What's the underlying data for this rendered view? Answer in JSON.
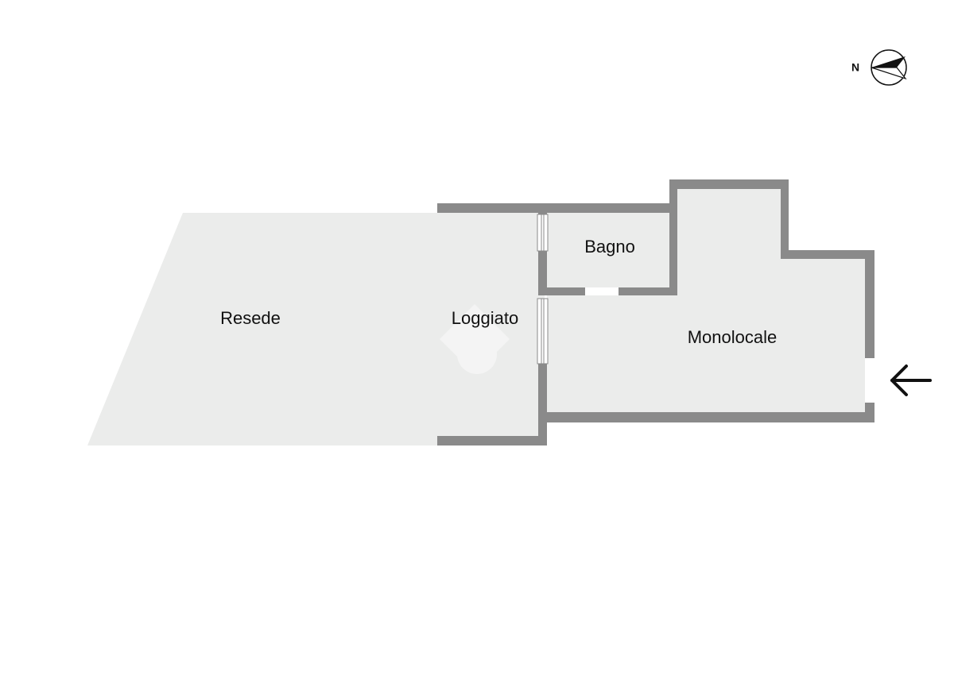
{
  "floor_plan": {
    "rooms": [
      {
        "id": "resede",
        "label": "Resede"
      },
      {
        "id": "loggiato",
        "label": "Loggiato"
      },
      {
        "id": "bagno",
        "label": "Bagno"
      },
      {
        "id": "monolocale",
        "label": "Monolocale"
      }
    ],
    "compass": {
      "letter": "N"
    },
    "entrance": {
      "icon": "arrow-left-icon"
    },
    "colors": {
      "wall": "#8a8a8a",
      "floor": "#ebeceb",
      "text": "#111111",
      "background": "#ffffff"
    }
  }
}
